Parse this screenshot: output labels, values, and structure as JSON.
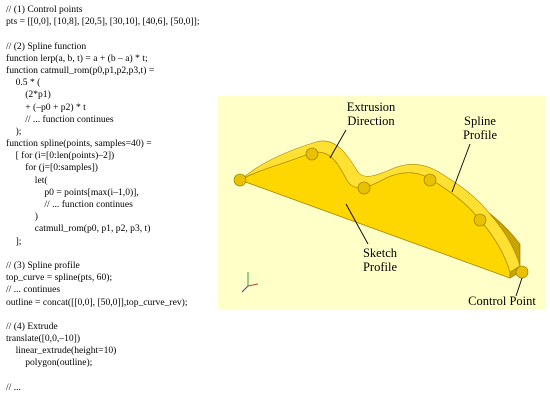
{
  "code": {
    "lines": [
      "// (1) Control points",
      "pts = [[0,0], [10,8], [20,5], [30,10], [40,6], [50,0]];",
      "",
      "// (2) Spline function",
      "function lerp(a, b, t) = a + (b – a) * t;",
      "function catmull_rom(p0,p1,p2,p3,t) =",
      "    0.5 * (",
      "        (2*p1)",
      "        + (–p0 + p2) * t",
      "        // ... function continues",
      "    );",
      "function spline(points, samples=40) =",
      "    [ for (i=[0:len(points)–2])",
      "        for (j=[0:samples])",
      "            let(",
      "                p0 = points[max(i–1,0)],",
      "                // ... function continues",
      "            )",
      "            catmull_rom(p0, p1, p2, p3, t)",
      "    ];",
      "",
      "// (3) Spline profile",
      "top_curve = spline(pts, 60);",
      "// ... continues",
      "outline = concat([[0,0], [50,0]],top_curve_rev);",
      "",
      "// (4) Extrude",
      "translate([0,0,–10])",
      "    linear_extrude(height=10)",
      "        polygon(outline);",
      "",
      "// ..."
    ]
  },
  "viewport": {
    "background": "#ffffc8",
    "solid_color": "#ffd700",
    "side_color": "#c9a400",
    "control_point_color": "#e8c200",
    "labels": {
      "extrusion_direction_line1": "Extrusion",
      "extrusion_direction_line2": "Direction",
      "spline_profile_line1": "Spline",
      "spline_profile_line2": "Profile",
      "sketch_profile_line1": "Sketch",
      "sketch_profile_line2": "Profile",
      "control_point": "Control Point"
    }
  }
}
